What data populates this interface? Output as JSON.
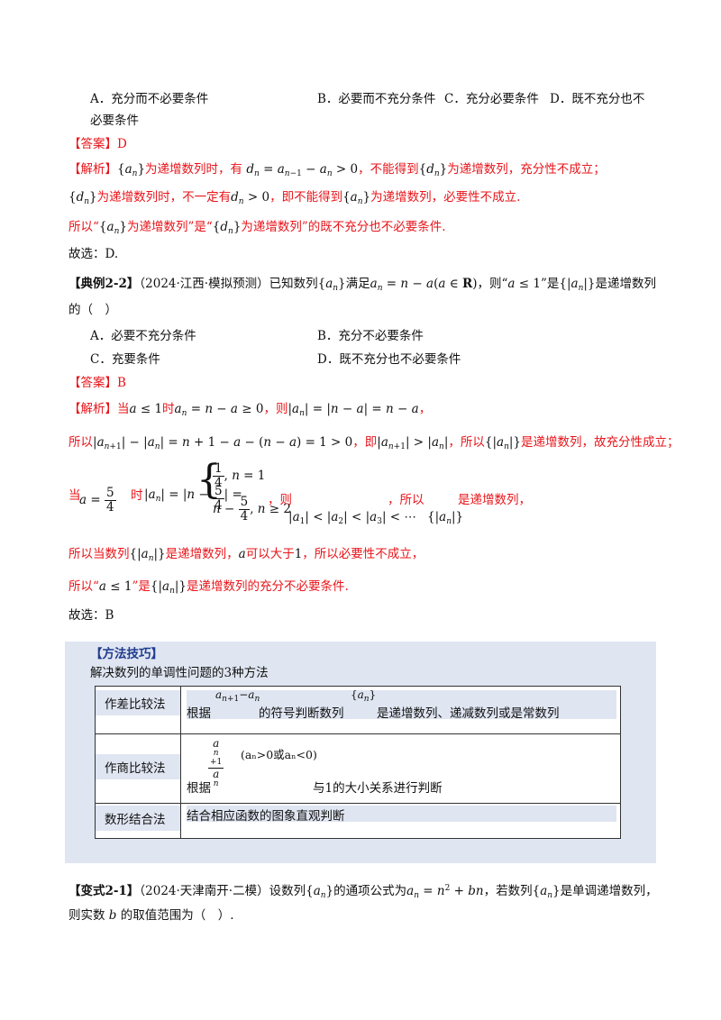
{
  "q1": {
    "options": {
      "A": "A．充分而不必要条件",
      "B": "B．必要而不充分条件",
      "C": "C．充分必要条件",
      "D_line1": "D．既不充分也不",
      "D_line2": "必要条件"
    },
    "answer_label": "【答案】",
    "answer": "D",
    "analysis_label": "【解析】",
    "analysis_line1_a": "为递增数列时，有",
    "analysis_line1_b": "，不能得到",
    "analysis_line1_c": "为递增数列，充分性不成立；",
    "analysis_line2_a": "为递增数列时，不一定有",
    "analysis_line2_b": "，即不能得到",
    "analysis_line2_c": "为递增数列，必要性不成立.",
    "analysis_line3_a": "所以“",
    "analysis_line3_b": "为递增数列”是“",
    "analysis_line3_c": "为递增数列”的既不充分也不必要条件.",
    "choose": "故选：D."
  },
  "q2": {
    "label": "【典例2-2】",
    "source": "（2024·江西·模拟预测）已知数列",
    "stem_a": "满足",
    "stem_b": "，则“",
    "stem_c": "”是",
    "stem_d": "是递增数列",
    "stem_line2": "的（　）",
    "options": {
      "A": "A．必要不充分条件",
      "B": "B．充分不必要条件",
      "C": "C．充要条件",
      "D": "D．既不充分也不必要条件"
    },
    "answer_label": "【答案】",
    "answer": "B",
    "analysis_label": "【解析】",
    "l1_a": "当",
    "l1_b": "时",
    "l1_c": "，则",
    "l2_a": "所以",
    "l2_b": "，即",
    "l2_c": "，所以",
    "l2_d": "是递增数列，故充分性成立；",
    "l3_a": "当",
    "l3_b": "时",
    "l3_c": "，则",
    "l3_d": "，所以",
    "l3_e": "是递增数列，",
    "l4_a": "所以当数列",
    "l4_b": "是递增数列，",
    "l4_c": "可以大于",
    "l4_d": "，所以必要性不成立，",
    "l5_a": "所以“",
    "l5_b": "”是",
    "l5_c": "是递增数列的充分不必要条件.",
    "choose": "故选：B"
  },
  "methods": {
    "header": "【方法技巧】",
    "intro": "解决数列的单调性问题的3种方法",
    "rows": [
      {
        "name": "作差比较法",
        "pre": "根据",
        "mid": "的符号判断数列",
        "post": "是递增数列、递减数列或是常数列"
      },
      {
        "name": "作商比较法",
        "pre": "根据",
        "cond": "(aₙ>0或aₙ<0)",
        "post": "与1的大小关系进行判断"
      },
      {
        "name": "数形结合法",
        "text": "结合相应函数的图象直观判断"
      }
    ]
  },
  "variant": {
    "label": "【变式2-1】",
    "line1_a": "（2024·天津南开·二模）设数列",
    "line1_b": "的通项公式为",
    "line1_c": "，若数列",
    "line1_d": "是单调递增数列，",
    "line2_a": "则实数",
    "line2_b": "的取值范围为（　）."
  }
}
